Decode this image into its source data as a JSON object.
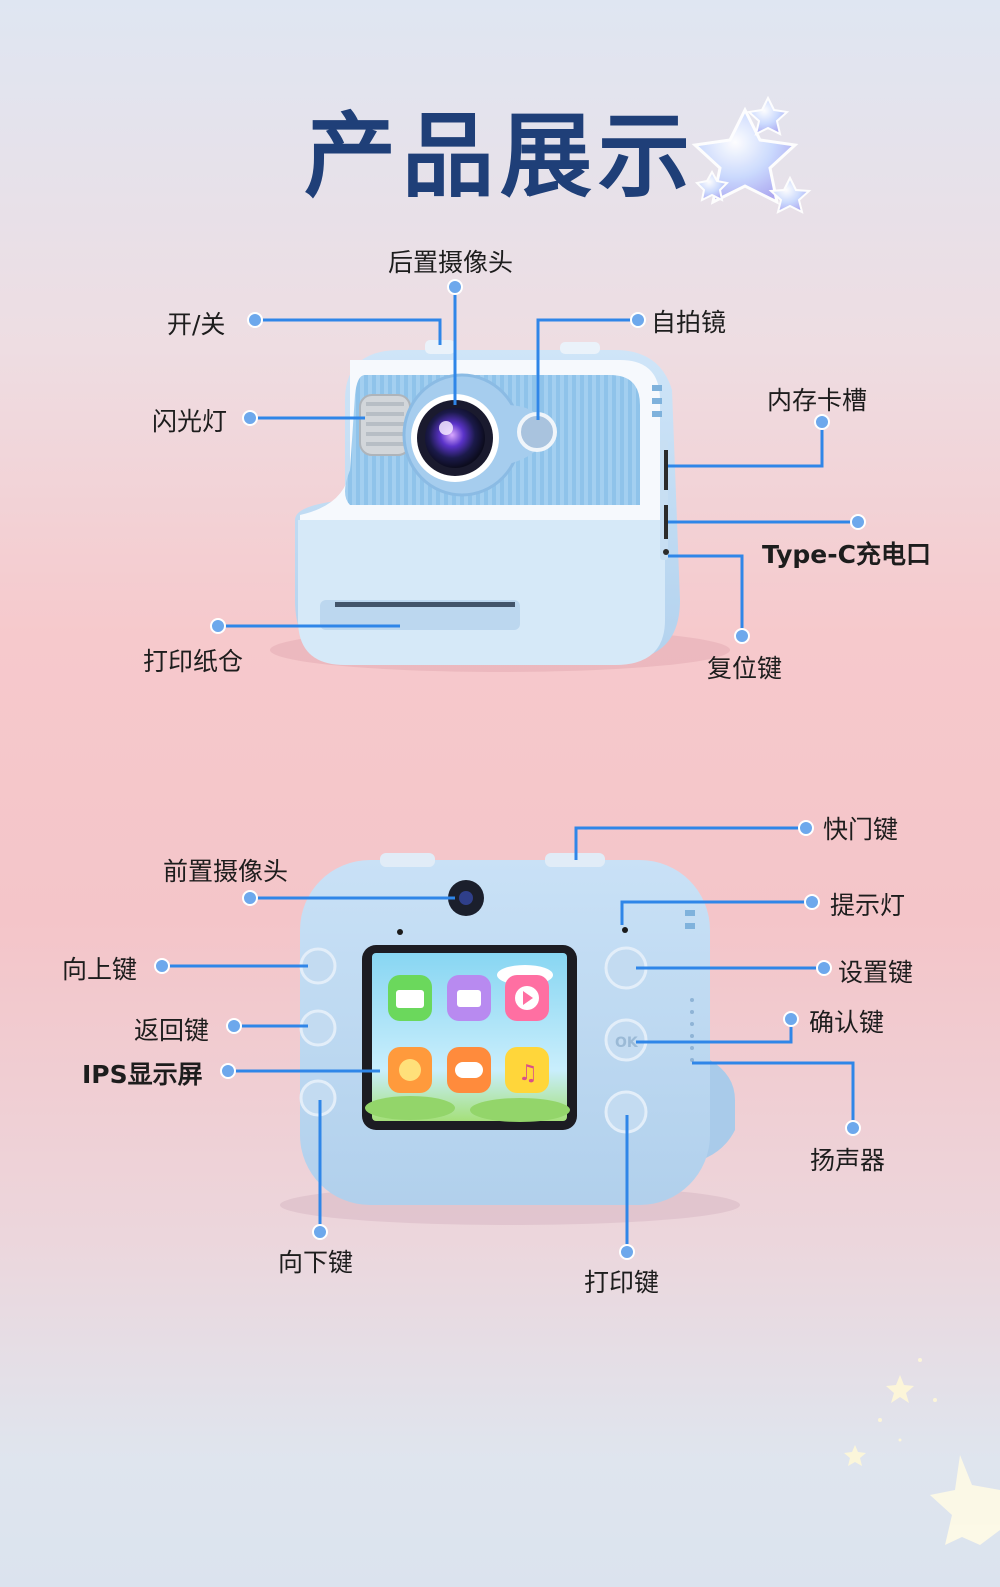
{
  "title": "产品展示",
  "front_view": {
    "labels": {
      "rear_camera": "后置摄像头",
      "power": "开/关",
      "selfie_mirror": "自拍镜",
      "flash": "闪光灯",
      "memory_card_slot": "内存卡槽",
      "type_c_port": "Type-C充电口",
      "print_paper_bay": "打印纸仓",
      "reset_key": "复位键"
    }
  },
  "back_view": {
    "labels": {
      "shutter_key": "快门键",
      "front_camera": "前置摄像头",
      "indicator_light": "提示灯",
      "up_key": "向上键",
      "settings_key": "设置键",
      "back_key": "返回键",
      "confirm_key": "确认键",
      "ips_screen": "IPS显示屏",
      "speaker": "扬声器",
      "down_key": "向下键",
      "print_key": "打印键"
    },
    "confirm_button_text": "OK"
  },
  "colors": {
    "title": "#1f3f78",
    "callout_line": "#2f86e8",
    "camera_body": "#bcd9f1",
    "camera_trim": "#f4f8fc"
  }
}
